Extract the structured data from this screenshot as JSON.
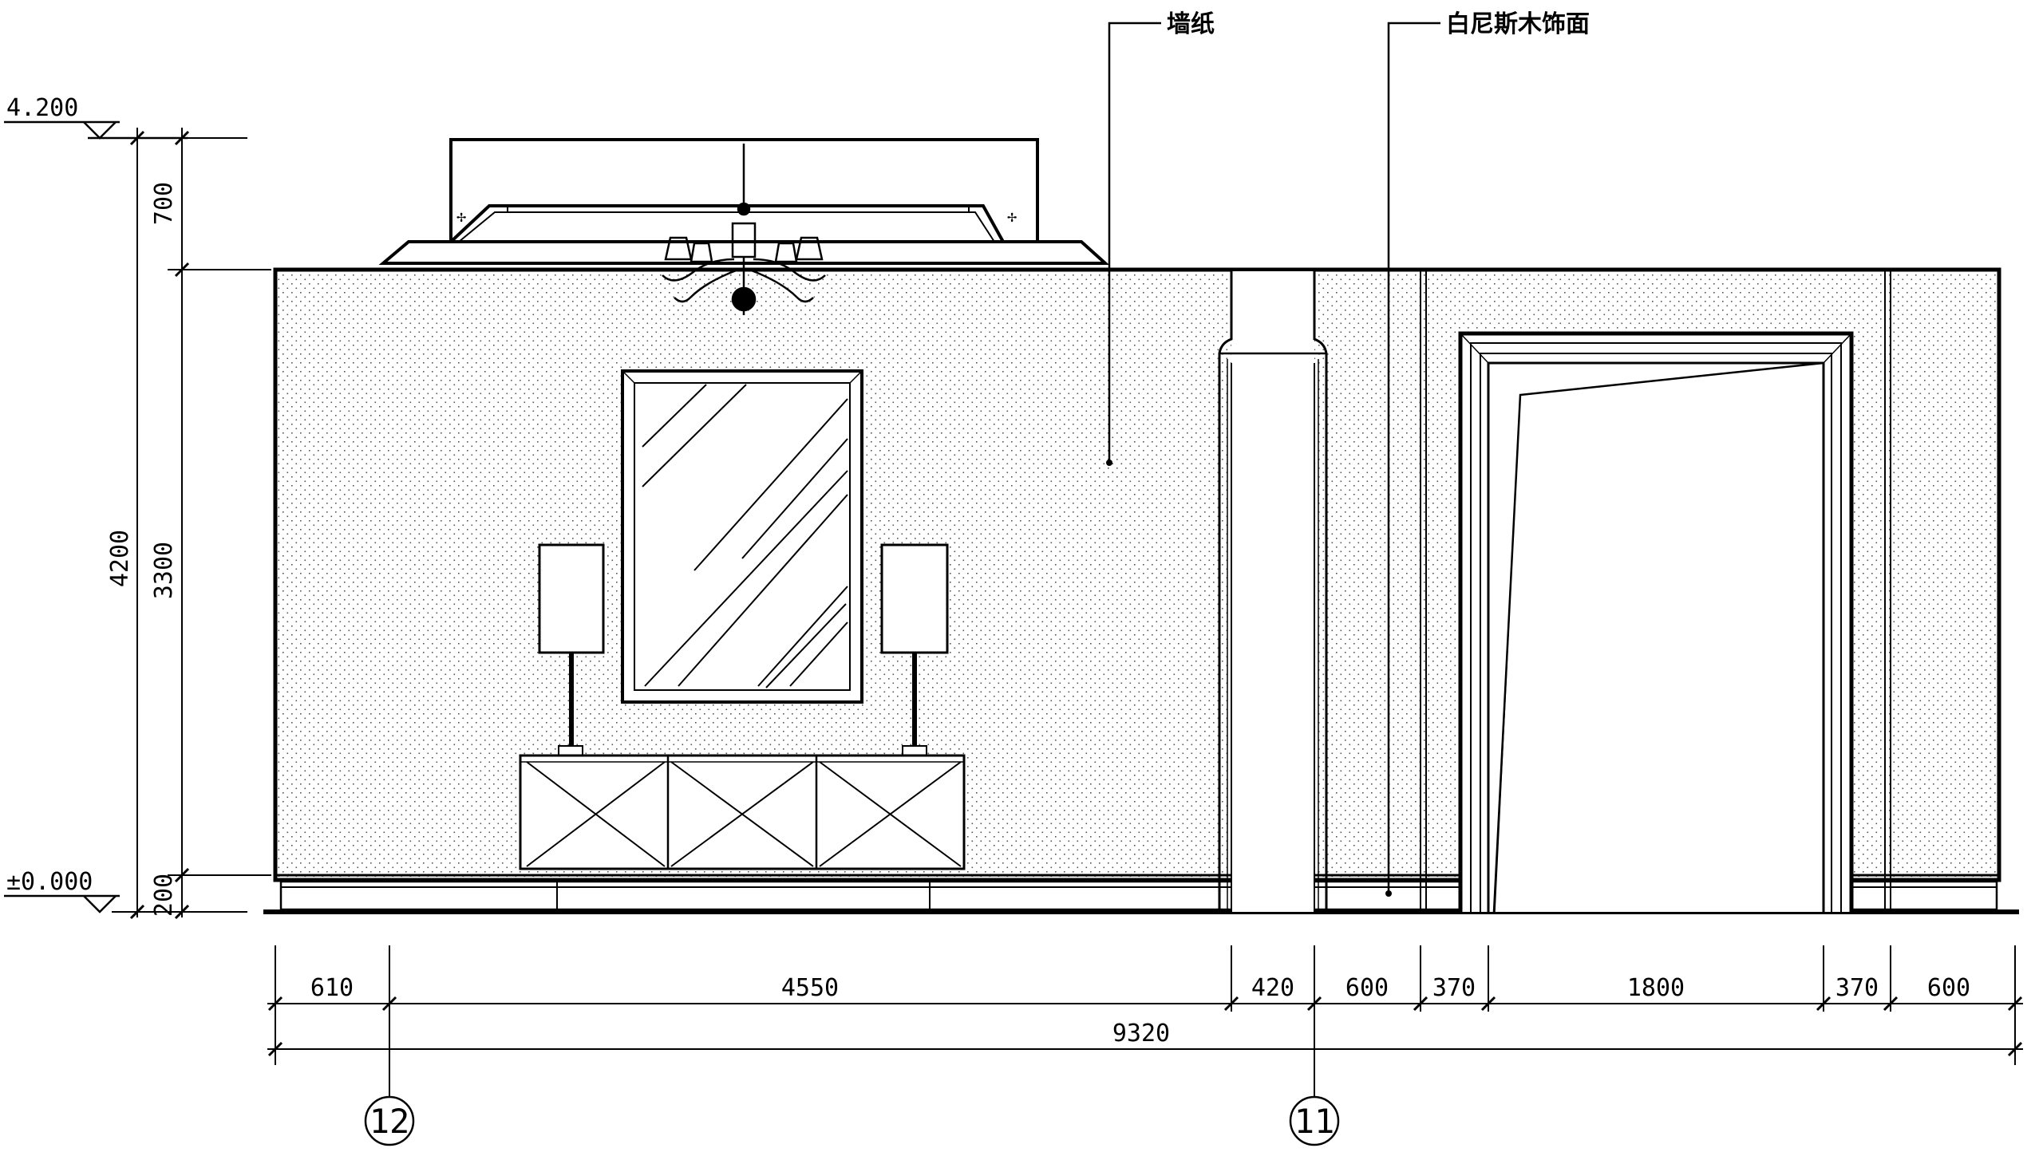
{
  "annotations": {
    "wallpaper": "墙纸",
    "veneer": "白尼斯木饰面"
  },
  "levels": {
    "top": "4.200",
    "floor": "±0.000"
  },
  "vertical_dims": {
    "total": "4200",
    "ceiling": "700",
    "wall": "3300",
    "base": "200"
  },
  "horizontal_dims": {
    "segments": [
      "610",
      "4550",
      "420",
      "600",
      "370",
      "1800",
      "370",
      "600"
    ],
    "total": "9320"
  },
  "grid_axes": {
    "left": "12",
    "right": "11"
  },
  "colors": {
    "line": "#000000",
    "paper": "#ffffff",
    "hatch": "#707070"
  }
}
